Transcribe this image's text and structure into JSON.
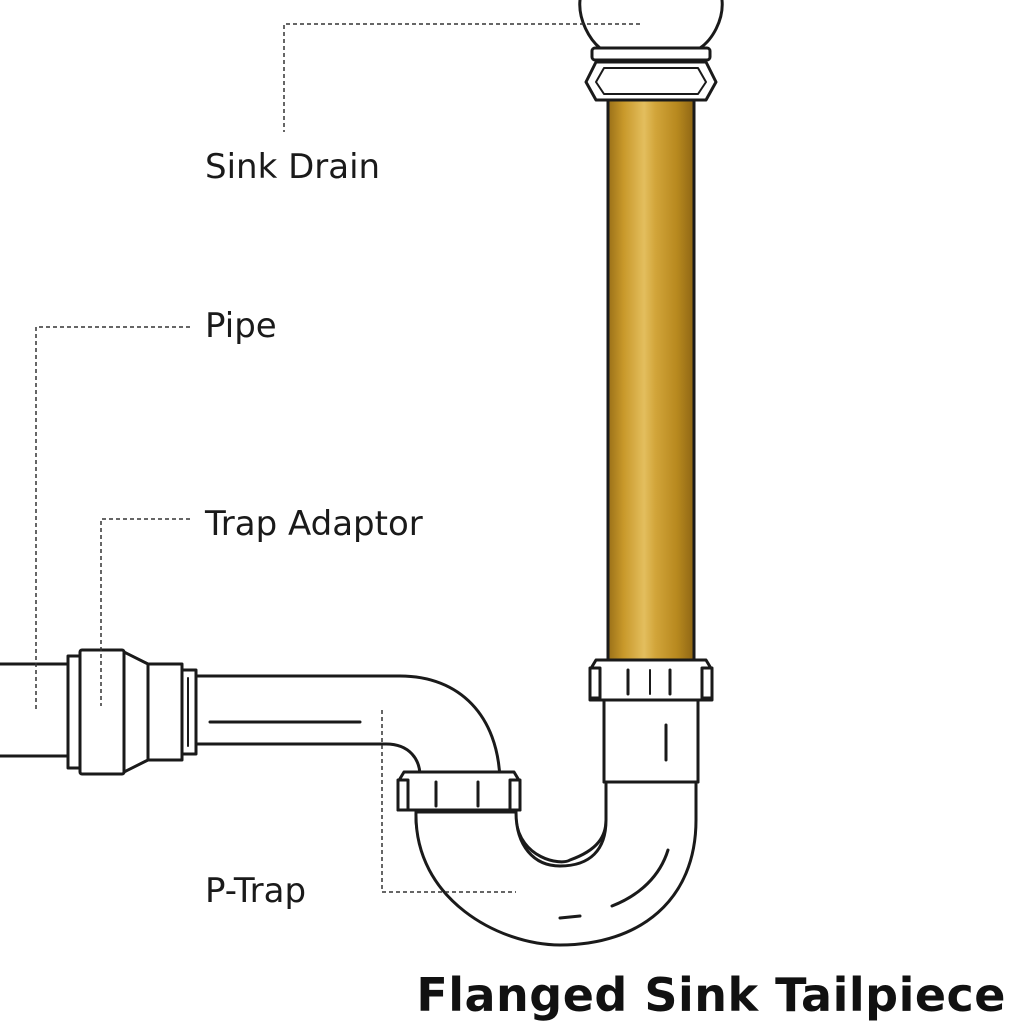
{
  "labels": {
    "sink_drain": "Sink Drain",
    "pipe": "Pipe",
    "trap_adaptor": "Trap Adaptor",
    "p_trap": "P-Trap"
  },
  "title": "Flanged Sink Tailpiece",
  "colors": {
    "tailpiece_gold": "#C8982A",
    "tailpiece_highlight": "#E3BE5E",
    "tailpiece_shadow": "#9A7018",
    "outline": "#1a1a1a",
    "leader_line": "#333333",
    "background": "#ffffff"
  }
}
